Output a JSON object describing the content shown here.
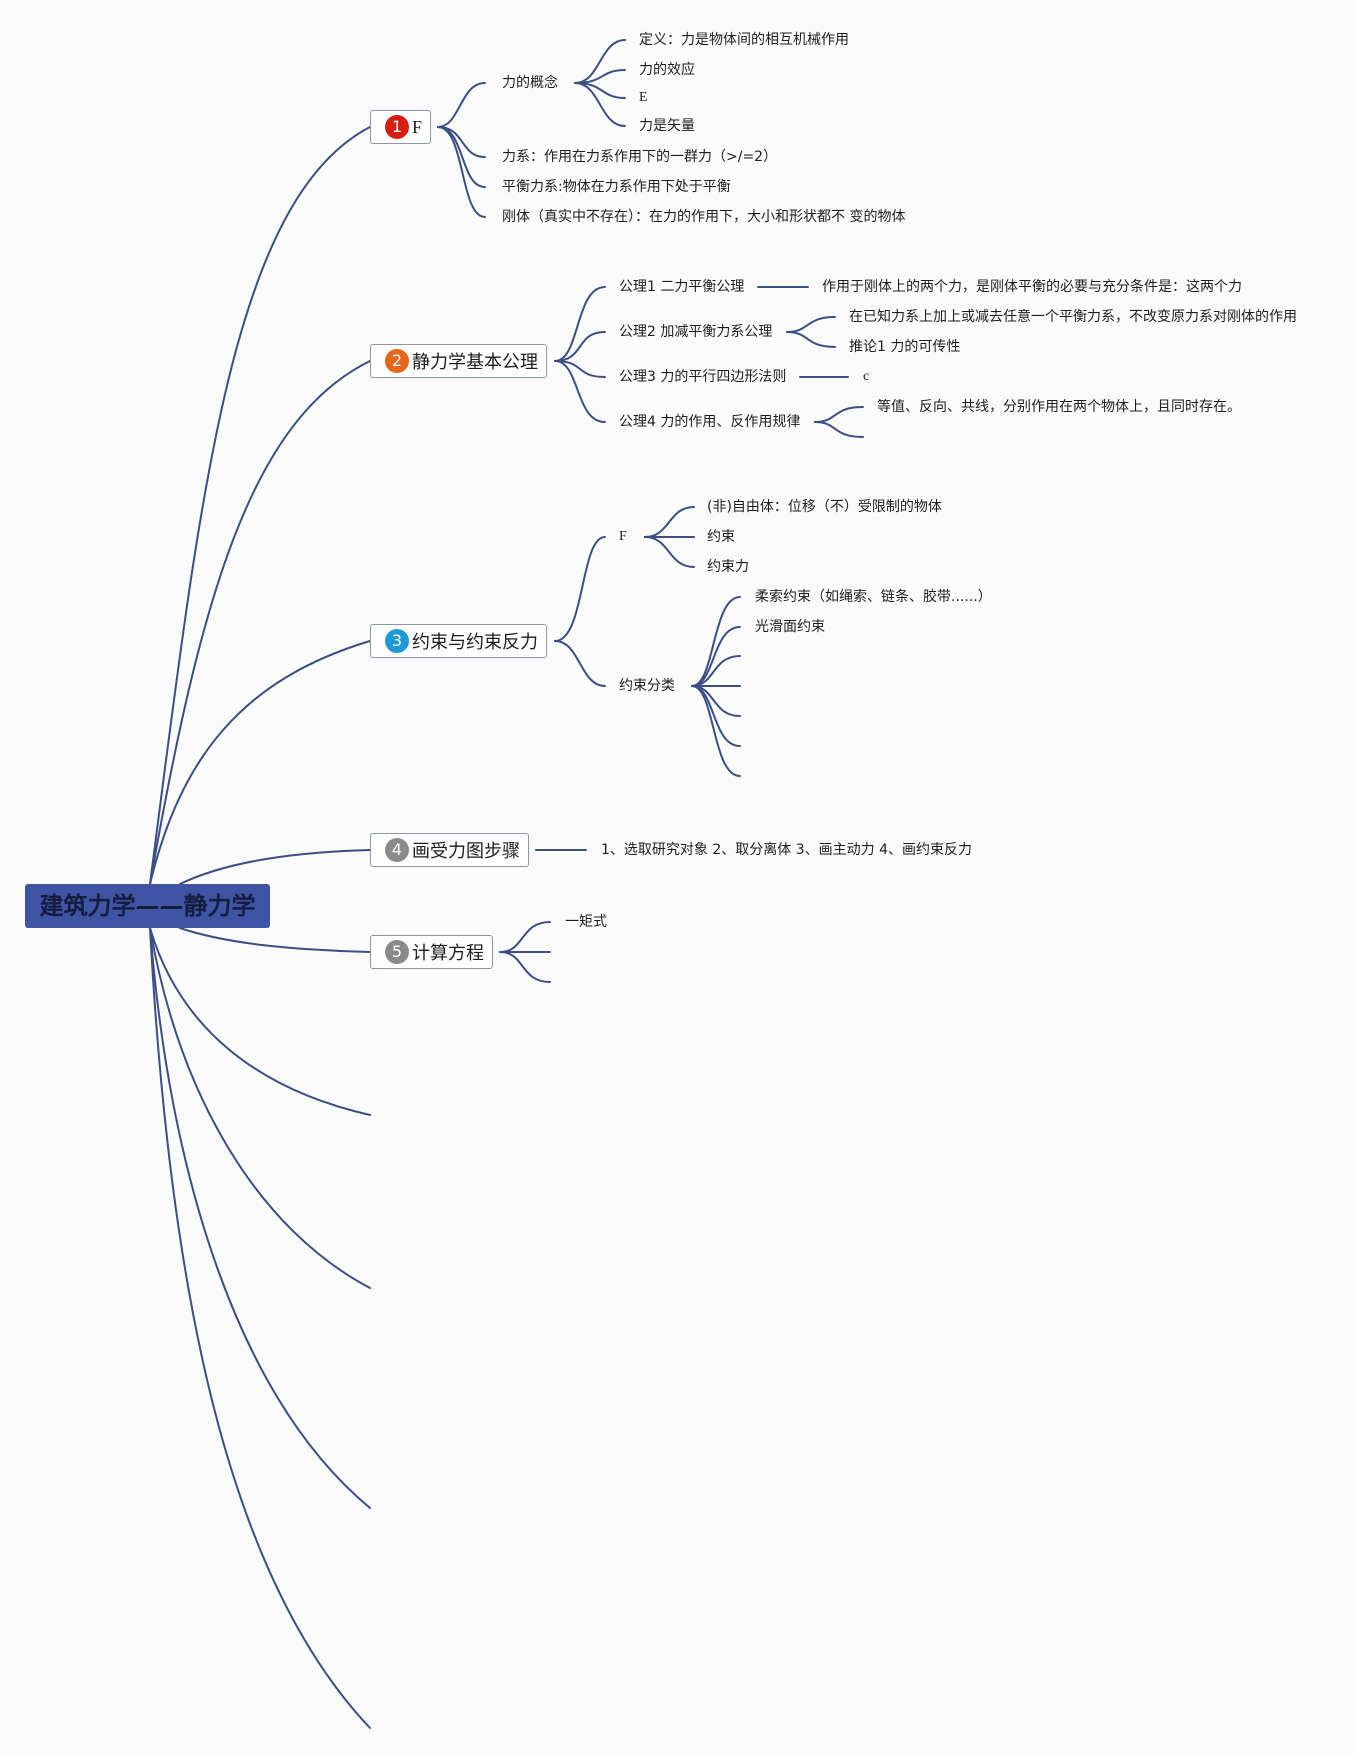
{
  "root": {
    "title": "建筑力学——静力学"
  },
  "branches": [
    {
      "num": "1",
      "badge_color": "#d81e12",
      "label": "F",
      "children": [
        {
          "label": "力的概念",
          "children": [
            "定义：力是物体间的相互机械作用",
            "力的效应",
            "E",
            "力是矢量"
          ]
        },
        {
          "label": "力系：作用在力系作用下的一群力（>/=2）"
        },
        {
          "label": "平衡力系:物体在力系作用下处于平衡"
        },
        {
          "label": "刚体（真实中不存在）：在力的作用下，大小和形状都不 变的物体"
        }
      ]
    },
    {
      "num": "2",
      "badge_color": "#e8661a",
      "label": "静力学基本公理",
      "children": [
        {
          "label": "公理1 二力平衡公理",
          "children": [
            "作用于刚体上的两个力，是刚体平衡的必要与充分条件是：这两个力"
          ]
        },
        {
          "label": "公理2 加减平衡力系公理",
          "children": [
            "在已知力系上加上或减去任意一个平衡力系，不改变原力系对刚体的作用",
            "推论1 力的可传性"
          ]
        },
        {
          "label": "公理3 力的平行四边形法则",
          "children": [
            "c"
          ]
        },
        {
          "label": "公理4 力的作用、反作用规律",
          "children": [
            "等值、反向、共线，分别作用在两个物体上，且同时存在。",
            ""
          ]
        }
      ]
    },
    {
      "num": "3",
      "badge_color": "#1d9ad6",
      "label": "约束与约束反力",
      "children": [
        {
          "label": "F",
          "children": [
            "(非)自由体：位移（不）受限制的物体",
            "约束",
            "约束力"
          ]
        },
        {
          "label": "约束分类",
          "children": [
            "柔索约束（如绳索、链条、胶带......）",
            "光滑面约束",
            "",
            "",
            "",
            "",
            ""
          ]
        }
      ]
    },
    {
      "num": "4",
      "badge_color": "#8a8a8a",
      "label": "画受力图步骤",
      "children": [
        {
          "label": "1、选取研究对象 2、取分离体 3、画主动力 4、画约束反力"
        }
      ]
    },
    {
      "num": "5",
      "badge_color": "#8a8a8a",
      "label": "计算方程",
      "children": [
        {
          "label": "一矩式"
        },
        {
          "label": ""
        },
        {
          "label": ""
        }
      ]
    }
  ],
  "empty_branch_count": 4
}
